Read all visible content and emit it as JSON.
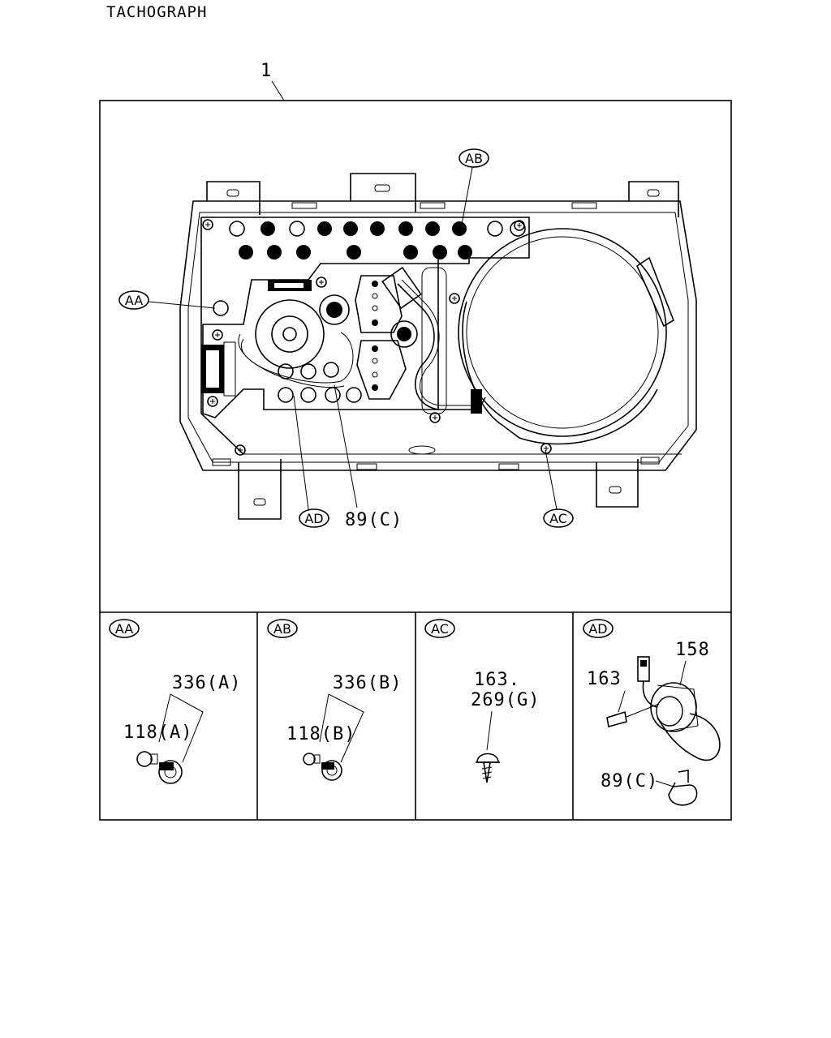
{
  "title": "TACHOGRAPH",
  "main_view": {
    "part_label": "1",
    "callouts": {
      "aa": "AA",
      "ab": "AB",
      "ac": "AC",
      "ad": "AD"
    },
    "part_89c": "89(C)"
  },
  "detail_panels": [
    {
      "header": "AA",
      "labels": [
        "336(A)",
        "118(A)"
      ]
    },
    {
      "header": "AB",
      "labels": [
        "336(B)",
        "118(B)"
      ]
    },
    {
      "header": "AC",
      "labels": [
        "163.",
        "269(G)"
      ]
    },
    {
      "header": "AD",
      "labels": [
        "158",
        "163",
        "89(C)"
      ]
    }
  ]
}
